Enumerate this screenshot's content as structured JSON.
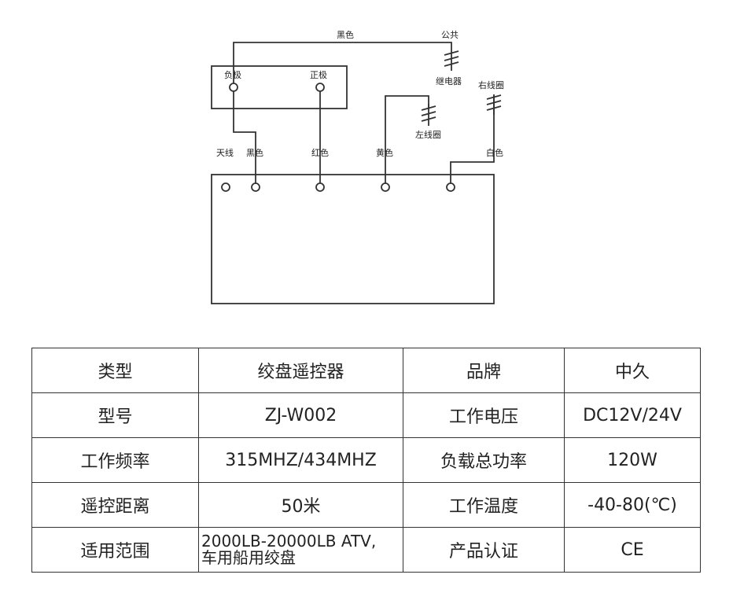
{
  "diagram": {
    "labels": {
      "top_wire": "黑色",
      "common": "公共",
      "relay": "继电器",
      "negative": "负极",
      "positive": "正极",
      "right_coil": "右线圈",
      "left_coil": "左线圈",
      "antenna": "天线",
      "black": "黑色",
      "red": "红色",
      "yellow": "黄色",
      "white": "白色"
    }
  },
  "spec_table": {
    "rows": [
      {
        "k1": "类型",
        "v1": "绞盘遥控器",
        "k2": "品牌",
        "v2": "中久"
      },
      {
        "k1": "型号",
        "v1": "ZJ-W002",
        "k2": "工作电压",
        "v2": "DC12V/24V"
      },
      {
        "k1": "工作频率",
        "v1": "315MHZ/434MHZ",
        "k2": "负载总功率",
        "v2": "120W"
      },
      {
        "k1": "遥控距离",
        "v1": "50米",
        "k2": "工作温度",
        "v2": "-40-80(℃)"
      },
      {
        "k1": "适用范围",
        "v1": "2000LB-20000LB ATV,",
        "v1b": "车用船用绞盘",
        "k2": "产品认证",
        "v2": "CE"
      }
    ]
  }
}
